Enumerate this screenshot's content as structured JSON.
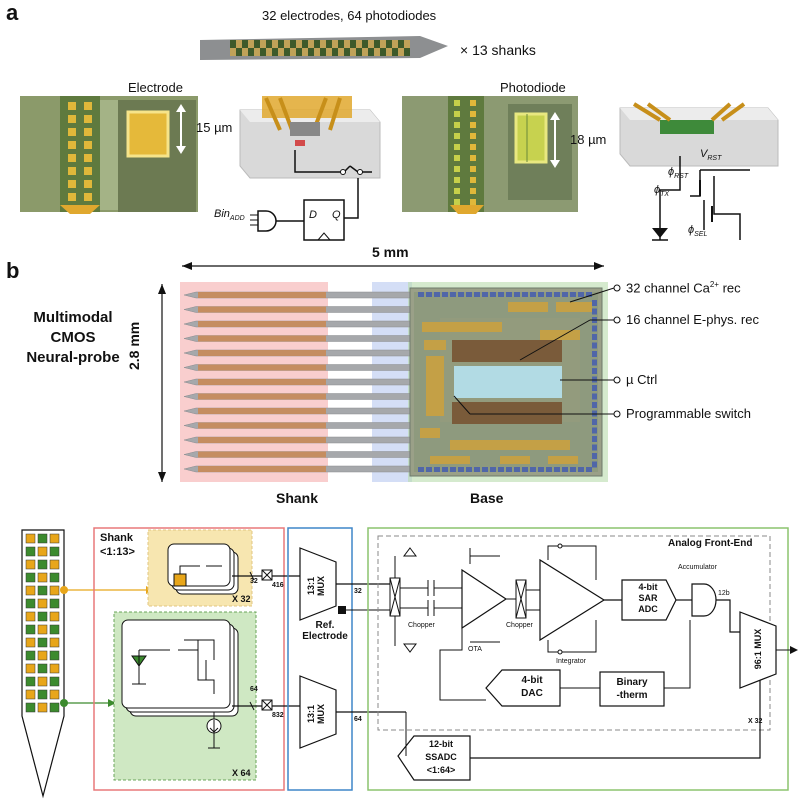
{
  "panel_a": {
    "letter": "a",
    "shank_caption": "32 electrodes, 64 photodiodes",
    "shank_count": "× 13 shanks",
    "electrode_label": "Electrode",
    "electrode_size": "15 µm",
    "photodiode_label": "Photodiode",
    "photodiode_size": "18 µm",
    "bin_add": "Bin",
    "bin_add_sub": "ADD",
    "ff_d": "D",
    "ff_q": "Q",
    "v_rst": "V",
    "v_rst_sub": "RST",
    "phi_rst": "ϕ",
    "phi_rst_sub": "RST",
    "phi_tx": "ϕ",
    "phi_tx_sub": "TX",
    "phi_sel": "ϕ",
    "phi_sel_sub": "SEL"
  },
  "panel_b": {
    "letter": "b",
    "width_dim": "5 mm",
    "height_dim": "2.8 mm",
    "title_lines": [
      "Multimodal",
      "CMOS",
      "Neural-probe"
    ],
    "shank_label": "Shank",
    "base_label": "Base",
    "callouts": [
      "32 channel Ca",
      "16 channel E-phys. rec",
      "µ Ctrl",
      "Programmable switch"
    ],
    "callout_sup": "2+",
    "callout_tail": " rec"
  },
  "panel_c": {
    "shank_box_title": "Shank",
    "shank_box_range": "<1:13>",
    "x32": "X 32",
    "x64": "X 64",
    "mux1": "13:1 MUX",
    "mux2": "13:1 MUX",
    "bus_416": "416",
    "bus_32a": "32",
    "bus_32b": "32",
    "bus_64": "64",
    "bus_832": "832",
    "bus_64b": "64",
    "ref_electrode": [
      "Ref.",
      "Electrode"
    ],
    "afe_title": "Analog Front-End",
    "chopper1": "Chopper",
    "chopper2": "Chopper",
    "ota": "OTA",
    "integrator": "Integrator",
    "accumulator": "Accumulator",
    "bits_12b": "12b",
    "sar_adc": [
      "4-bit",
      "SAR",
      "ADC"
    ],
    "dac": [
      "4-bit",
      "DAC"
    ],
    "binary_therm": [
      "Binary",
      "-therm"
    ],
    "x32_afe": "X 32",
    "ssadc": [
      "12-bit",
      "SSADC",
      "<1:64>"
    ],
    "mux96": "96:1 MUX"
  },
  "colors": {
    "shank_red": "#f4a6a6",
    "shank_blue": "#b8c8f0",
    "base_green": "#b9dcae",
    "box_red": "#e8787a",
    "box_blue": "#3f86c8",
    "box_green": "#8cc46e",
    "pixel_yellow": "#f7e6b0",
    "pixel_green": "#cfe8c3",
    "gold": "#e0a82e"
  }
}
